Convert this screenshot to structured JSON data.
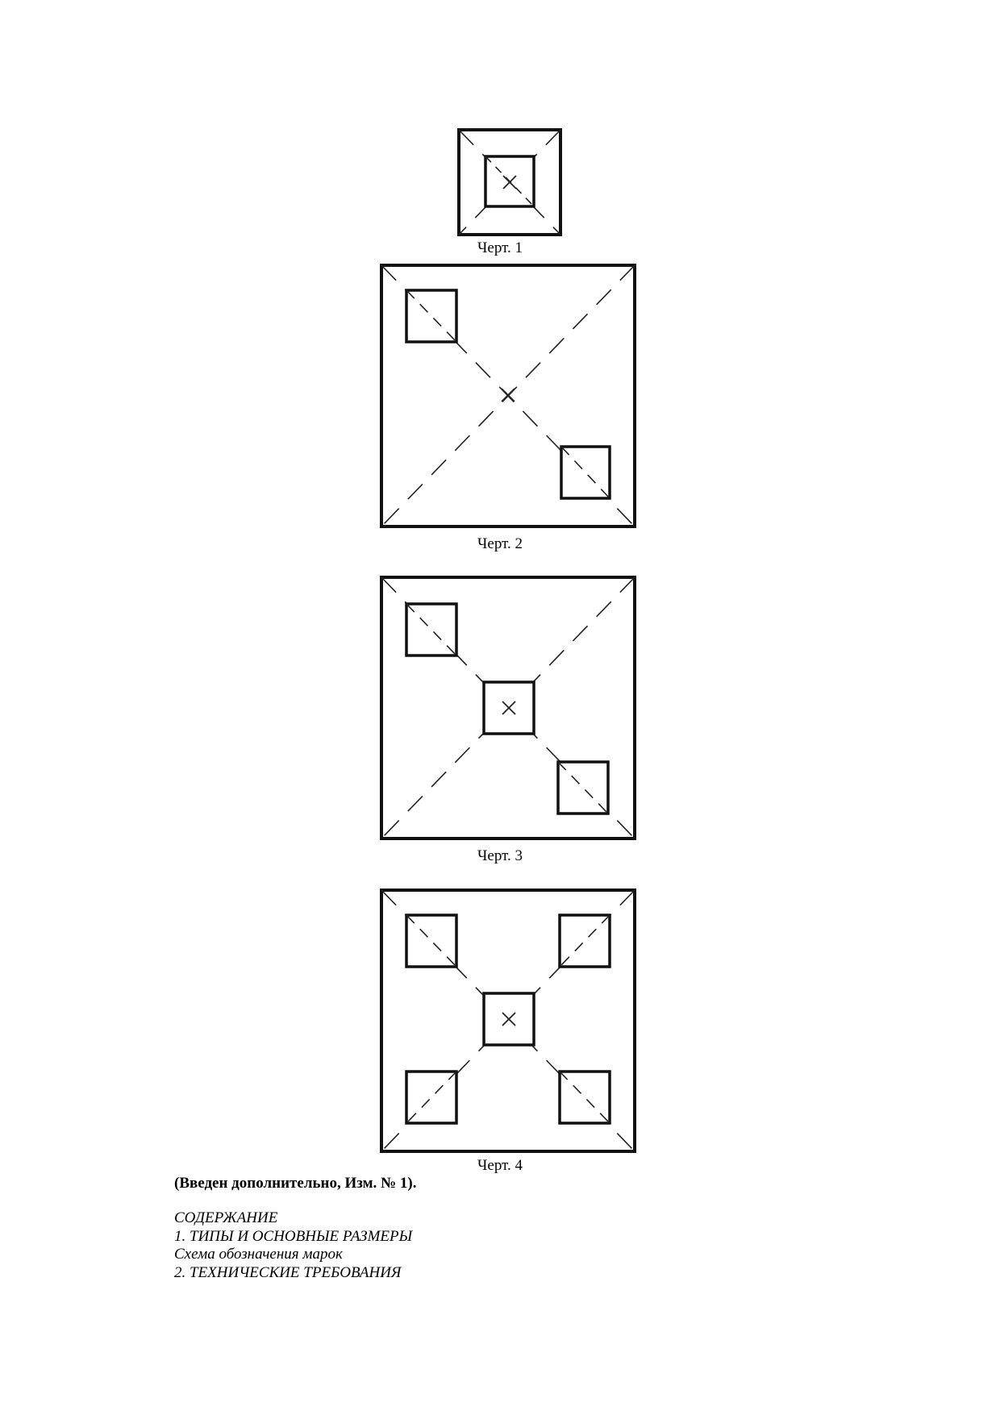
{
  "drawings": [
    {
      "caption": "Черт. 1",
      "inner_squares": 1,
      "center_mark": true
    },
    {
      "caption": "Черт. 2",
      "inner_squares": 2,
      "center_mark": true
    },
    {
      "caption": "Черт. 3",
      "inner_squares": 3,
      "center_mark": true
    },
    {
      "caption": "Черт. 4",
      "inner_squares": 5,
      "center_mark": true
    }
  ],
  "note": "(Введен дополнительно, Изм. № 1).",
  "toc": {
    "heading": "СОДЕРЖАНИЕ",
    "items": [
      "1. ТИПЫ И ОСНОВНЫЕ РАЗМЕРЫ",
      "Схема обозначения марок",
      "2. ТЕХНИЧЕСКИЕ ТРЕБОВАНИЯ"
    ]
  }
}
